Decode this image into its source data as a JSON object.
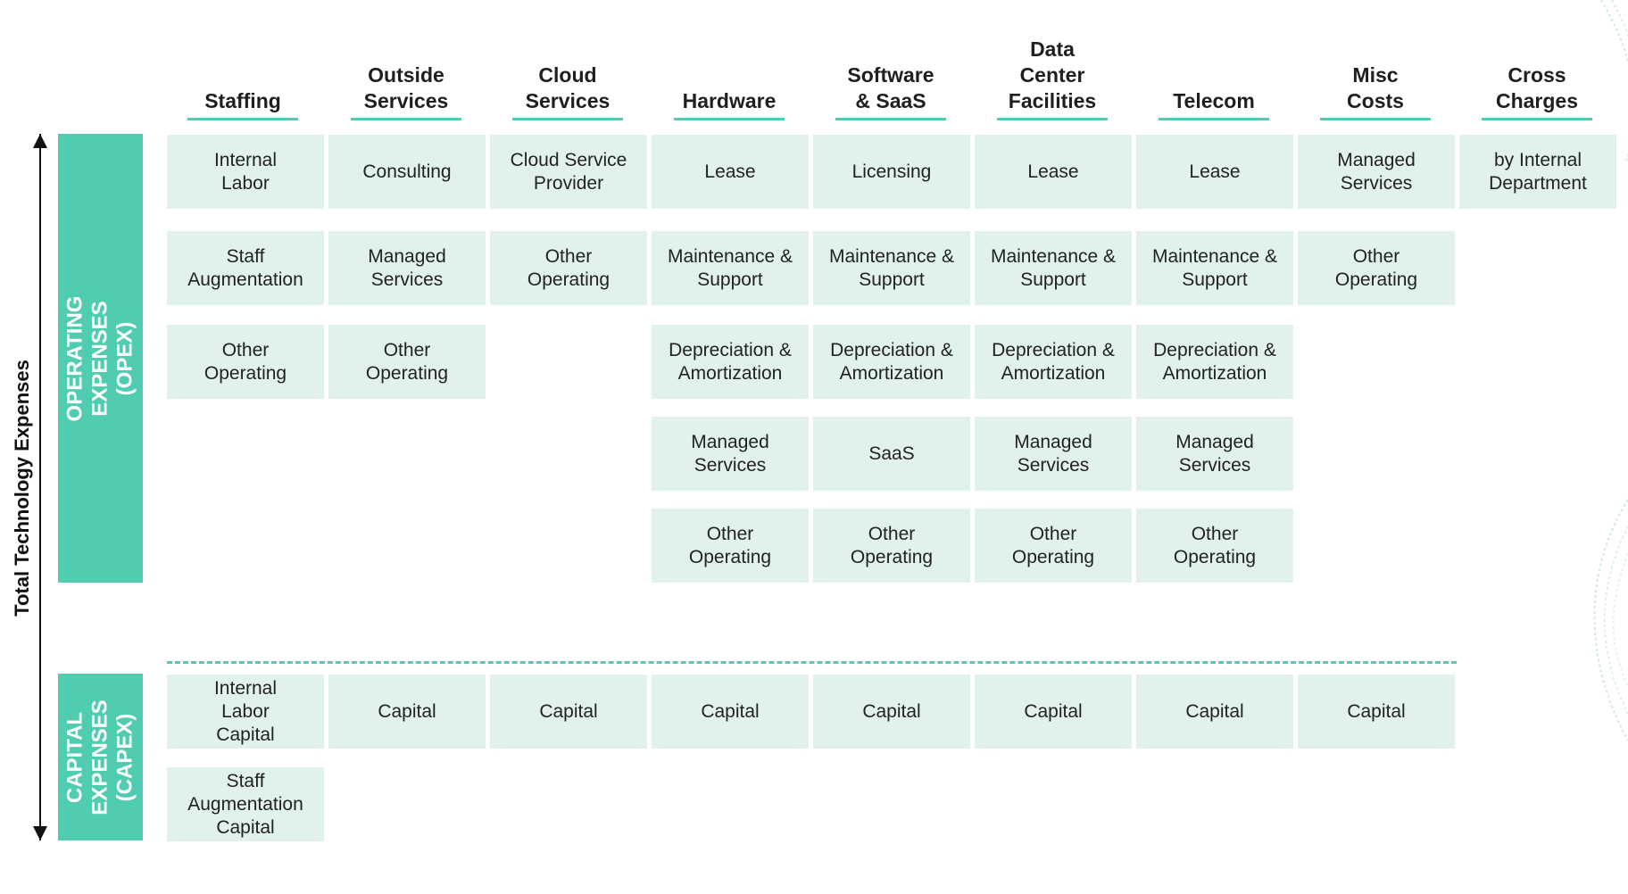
{
  "colors": {
    "accent": "#50cdb0",
    "cell_bg": "#e1f2ee",
    "underline": "#58c9ae",
    "text": "#1f1f1f"
  },
  "axis_label": "Total Technology Expenses",
  "bands": {
    "opex": "OPERATING EXPENSES\n(OPEX)",
    "capex": "CAPITAL\nEXPENSES\n(CAPEX)"
  },
  "columns": [
    {
      "header": "Staffing"
    },
    {
      "header": "Outside\nServices"
    },
    {
      "header": "Cloud\nServices"
    },
    {
      "header": "Hardware"
    },
    {
      "header": "Software\n& SaaS"
    },
    {
      "header": "Data\nCenter\nFacilities"
    },
    {
      "header": "Telecom"
    },
    {
      "header": "Misc\nCosts"
    },
    {
      "header": "Cross\nCharges"
    }
  ],
  "opex_rows": [
    [
      "Internal\nLabor",
      "Consulting",
      "Cloud Service\nProvider",
      "Lease",
      "Licensing",
      "Lease",
      "Lease",
      "Managed\nServices",
      "by Internal\nDepartment"
    ],
    [
      "Staff\nAugmentation",
      "Managed\nServices",
      "Other\nOperating",
      "Maintenance &\nSupport",
      "Maintenance &\nSupport",
      "Maintenance &\nSupport",
      "Maintenance &\nSupport",
      "Other\nOperating",
      ""
    ],
    [
      "Other\nOperating",
      "Other\nOperating",
      "",
      "Depreciation &\nAmortization",
      "Depreciation &\nAmortization",
      "Depreciation &\nAmortization",
      "Depreciation &\nAmortization",
      "",
      ""
    ],
    [
      "",
      "",
      "",
      "Managed\nServices",
      "SaaS",
      "Managed\nServices",
      "Managed\nServices",
      "",
      ""
    ],
    [
      "",
      "",
      "",
      "Other\nOperating",
      "Other\nOperating",
      "Other\nOperating",
      "Other\nOperating",
      "",
      ""
    ]
  ],
  "capex_rows": [
    [
      "Internal\nLabor\nCapital",
      "Capital",
      "Capital",
      "Capital",
      "Capital",
      "Capital",
      "Capital",
      "Capital",
      ""
    ],
    [
      "Staff\nAugmentation\nCapital",
      "",
      "",
      "",
      "",
      "",
      "",
      "",
      ""
    ]
  ]
}
